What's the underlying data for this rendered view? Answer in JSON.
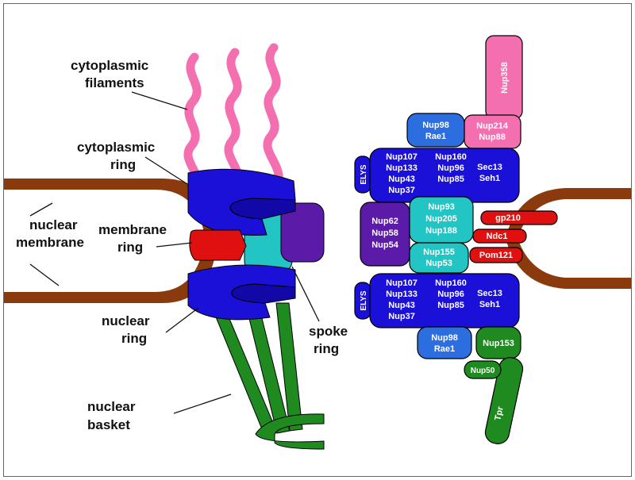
{
  "labels": {
    "cyto_filaments_1": "cytoplasmic",
    "cyto_filaments_2": "filaments",
    "cyto_ring_1": "cytoplasmic",
    "cyto_ring_2": "ring",
    "nuc_membrane_1": "nuclear",
    "nuc_membrane_2": "membrane",
    "membrane_ring_1": "membrane",
    "membrane_ring_2": "ring",
    "nuclear_ring_1": "nuclear",
    "nuclear_ring_2": "ring",
    "spoke_ring_1": "spoke",
    "spoke_ring_2": "ring",
    "nuc_basket_1": "nuclear",
    "nuc_basket_2": "basket"
  },
  "nups": {
    "nup358": "Nup358",
    "nup214_a": "Nup214",
    "nup214_b": "Nup88",
    "nup98_top_a": "Nup98",
    "nup98_top_b": "Rae1",
    "elys_top": "ELYS",
    "y_top_c1": [
      "Nup107",
      "Nup133",
      "Nup43",
      "Nup37"
    ],
    "y_top_c2": [
      "Nup160",
      "Nup96",
      "Nup85"
    ],
    "y_top_c3": [
      "Sec13",
      "Seh1"
    ],
    "nup62": [
      "Nup62",
      "Nup58",
      "Nup54"
    ],
    "nup93": [
      "Nup93",
      "Nup205",
      "Nup188"
    ],
    "nup155": [
      "Nup155",
      "Nup53"
    ],
    "gp210": "gp210",
    "ndc1": "Ndc1",
    "pom121": "Pom121",
    "elys_bot": "ELYS",
    "y_bot_c1": [
      "Nup107",
      "Nup133",
      "Nup43",
      "Nup37"
    ],
    "y_bot_c2": [
      "Nup160",
      "Nup96",
      "Nup85"
    ],
    "y_bot_c3": [
      "Sec13",
      "Seh1"
    ],
    "nup98_bot_a": "Nup98",
    "nup98_bot_b": "Rae1",
    "nup153": "Nup153",
    "nup50": "Nup50",
    "tpr": "Tpr"
  },
  "colors": {
    "membrane": "#8b3a0e",
    "filament": "#f46fb0",
    "ring_blue": "#1b10d8",
    "membrane_ring_red": "#e01010",
    "cyan": "#22c4c4",
    "purple": "#5b1aa8",
    "basket_green": "#1f8a1f",
    "medium_blue": "#2c6ee0"
  }
}
